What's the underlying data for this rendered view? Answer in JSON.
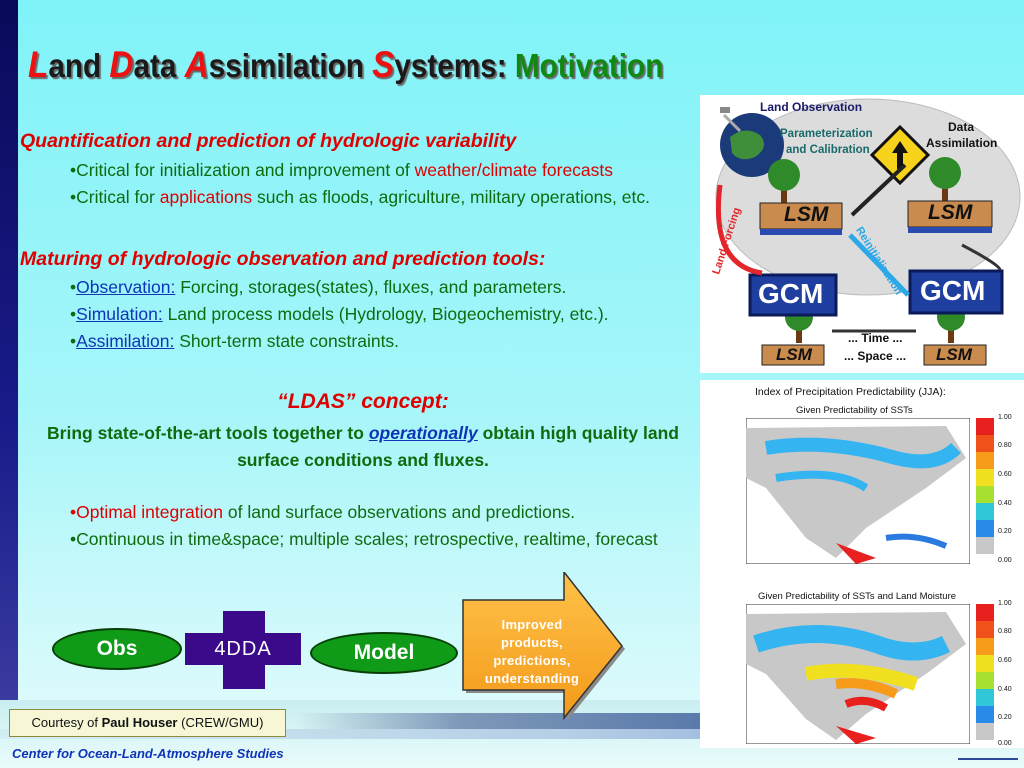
{
  "title": {
    "l": "L",
    "and": "and ",
    "d": "D",
    "ata": "ata ",
    "a": "A",
    "ssim": "ssimilation ",
    "s": "S",
    "ystems": "ystems: ",
    "motivation": "Motivation"
  },
  "section1": {
    "heading": "Quantification and prediction of hydrologic variability",
    "b1_pre": "•Critical for initialization and improvement of ",
    "b1_red": "weather/climate forecasts",
    "b2_pre": "•Critical for ",
    "b2_red": "applications",
    "b2_post": " such as floods, agriculture, military operations, etc."
  },
  "section2": {
    "heading": "Maturing of hydrologic observation and prediction tools:",
    "items": [
      {
        "bullet": "•",
        "link": "Observation:",
        "text": " Forcing, storages(states), fluxes, and parameters."
      },
      {
        "bullet": "•",
        "link": "Simulation:",
        "text": " Land process models (Hydrology, Biogeochemistry, etc.)."
      },
      {
        "bullet": "•",
        "link": "Assimilation:",
        "text": " Short-term state constraints."
      }
    ]
  },
  "concept": {
    "heading": "“LDAS” concept:",
    "pre": "Bring state-of-the-art tools together to ",
    "emph": "operationally",
    "post": " obtain high quality land surface conditions and fluxes."
  },
  "section3": {
    "b1_red": "•Optimal integration",
    "b1_post": " of land surface observations and predictions.",
    "b2": "•Continuous in time&space; multiple scales; retrospective, realtime, forecast"
  },
  "flow": {
    "obs": "Obs",
    "fdda": "4DDA",
    "model": "Model",
    "arrow_lines": [
      "Improved",
      "products,",
      "predictions,",
      "understanding"
    ]
  },
  "footer": {
    "courtesy_pre": "Courtesy of ",
    "courtesy_name": "Paul Houser",
    "courtesy_post": " (CREW/GMU)",
    "center": "Center for Ocean-Land-Atmosphere Studies"
  },
  "diagram": {
    "land_observation": "Land Observation",
    "param1": "Parameterization",
    "param2": "and Calibration",
    "da1": "Data",
    "da2": "Assimilation",
    "land_forcing": "Land Forcing",
    "reinit": "Reinitialization",
    "lsm": "LSM",
    "gcm": "GCM",
    "time": "... Time ...",
    "space": "... Space ..."
  },
  "maps": {
    "main_title": "Index of Precipitation Predictability (JJA):",
    "map1_title": "Given Predictability of SSTs",
    "map2_title": "Given Predictability of SSTs and Land Moisture",
    "legend_labels": [
      "1.00",
      "0.80",
      "0.60",
      "0.40",
      "0.20",
      "0.00"
    ]
  },
  "colors": {
    "heading_red": "#e00000",
    "body_green": "#0e6b0e",
    "link_blue": "#1034b8",
    "ellipse_green": "#0f9a18",
    "cross_purple": "#3a0a8a",
    "arrow_orange": "#f5a623"
  }
}
